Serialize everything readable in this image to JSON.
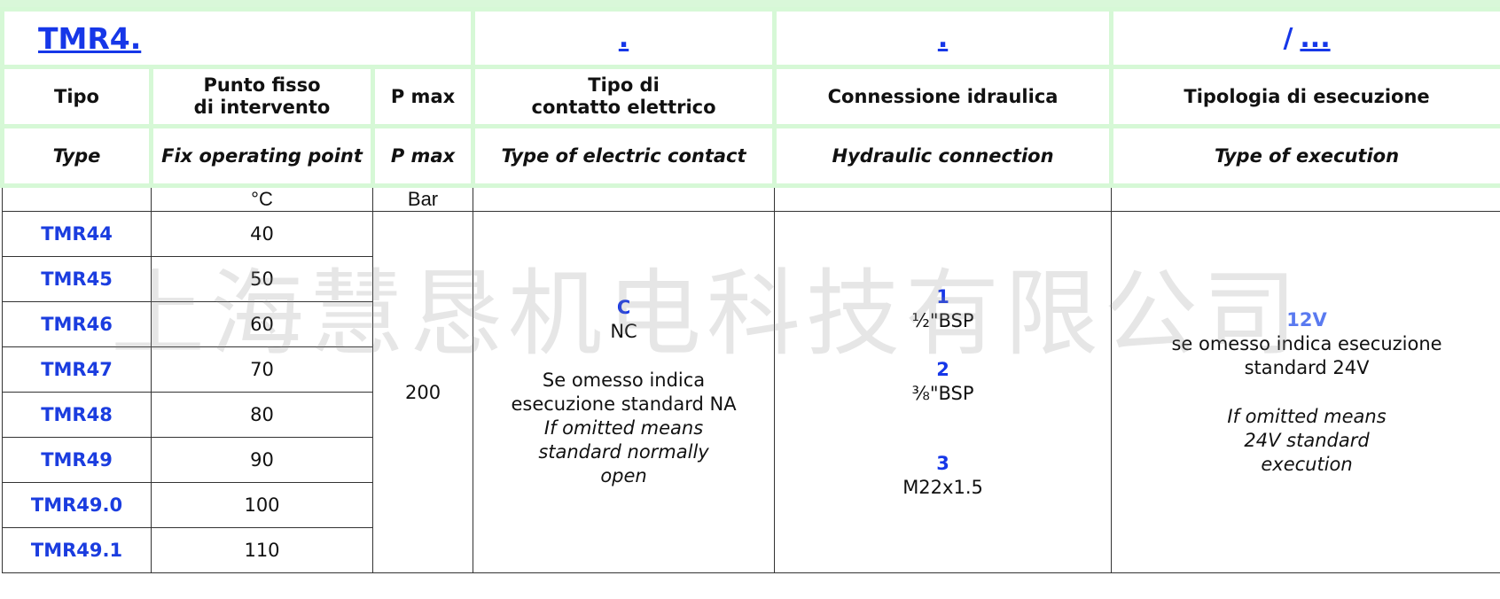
{
  "header": {
    "code": "TMR4.",
    "sep1": ".",
    "sep2": ".",
    "slash": "/",
    "ellipsis": "..."
  },
  "columns_it": [
    "Tipo",
    "Punto fisso\ndi intervento",
    "P max",
    "Tipo di\ncontatto elettrico",
    "Connessione idraulica",
    "Tipologia di esecuzione"
  ],
  "columns_en": [
    "Type",
    "Fix operating point",
    "P max",
    "Type of electric contact",
    "Hydraulic connection",
    "Type of execution"
  ],
  "units": {
    "temperature": "°C",
    "pressure": "Bar"
  },
  "rows": [
    {
      "type": "TMR44",
      "point": "40"
    },
    {
      "type": "TMR45",
      "point": "50"
    },
    {
      "type": "TMR46",
      "point": "60"
    },
    {
      "type": "TMR47",
      "point": "70"
    },
    {
      "type": "TMR48",
      "point": "80"
    },
    {
      "type": "TMR49",
      "point": "90"
    },
    {
      "type": "TMR49.0",
      "point": "100"
    },
    {
      "type": "TMR49.1",
      "point": "110"
    }
  ],
  "pmax": "200",
  "contact": {
    "code": "C",
    "code_label": "NC",
    "note_it": "Se omesso indica esecuzione standard NA",
    "note_en": "If omitted means standard normally open"
  },
  "connections": [
    {
      "code": "1",
      "label": "½\"BSP"
    },
    {
      "code": "2",
      "label": "⅜\"BSP"
    },
    {
      "code": "3",
      "label": "M22x1.5"
    }
  ],
  "execution": {
    "code": "12V",
    "note_it": "se omesso indica esecuzione standard 24V",
    "note_en": "If omitted means 24V standard execution"
  },
  "watermark": "上海慧恳机电科技有限公司"
}
